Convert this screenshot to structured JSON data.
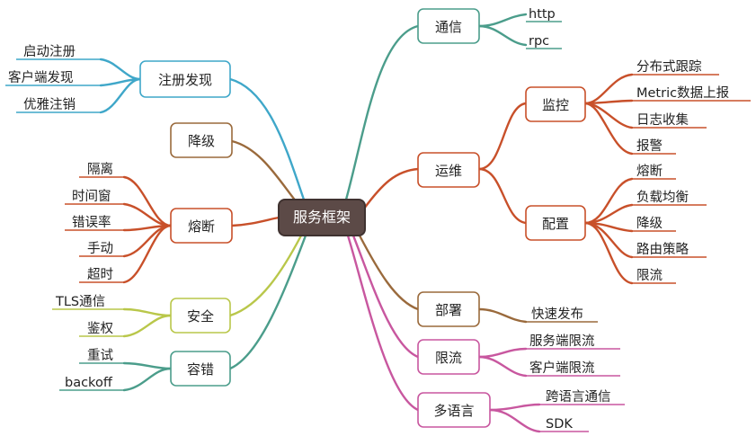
{
  "root": {
    "label": "服务框架"
  },
  "colors": {
    "root_fill": "#5c4a47",
    "blue": "#3fa7c9",
    "brown": "#9a6a3c",
    "orange": "#c8502a",
    "olive": "#b9c74a",
    "teal": "#4b9d8b",
    "pink": "#c8579f"
  },
  "branches": [
    {
      "id": "communication",
      "label": "通信",
      "color": "#4b9d8b",
      "children": [
        {
          "label": "http"
        },
        {
          "label": "rpc"
        }
      ]
    },
    {
      "id": "registry",
      "label": "注册发现",
      "color": "#3fa7c9",
      "children": [
        {
          "label": "启动注册"
        },
        {
          "label": "客户端发现"
        },
        {
          "label": "优雅注销"
        }
      ]
    },
    {
      "id": "degrade",
      "label": "降级",
      "color": "#9a6a3c",
      "children": []
    },
    {
      "id": "ops",
      "label": "运维",
      "color": "#c8502a",
      "children": [
        {
          "label": "监控",
          "children": [
            {
              "label": "分布式跟踪"
            },
            {
              "label": "Metric数据上报"
            },
            {
              "label": "日志收集"
            },
            {
              "label": "报警"
            }
          ]
        },
        {
          "label": "配置",
          "children": [
            {
              "label": "熔断"
            },
            {
              "label": "负载均衡"
            },
            {
              "label": "降级"
            },
            {
              "label": "路由策略"
            },
            {
              "label": "限流"
            }
          ]
        }
      ]
    },
    {
      "id": "circuit",
      "label": "熔断",
      "color": "#c8502a",
      "children": [
        {
          "label": "隔离"
        },
        {
          "label": "时间窗"
        },
        {
          "label": "错误率"
        },
        {
          "label": "手动"
        },
        {
          "label": "超时"
        }
      ]
    },
    {
      "id": "security",
      "label": "安全",
      "color": "#b9c74a",
      "children": [
        {
          "label": "TLS通信"
        },
        {
          "label": "鉴权"
        }
      ]
    },
    {
      "id": "fault",
      "label": "容错",
      "color": "#4b9d8b",
      "children": [
        {
          "label": "重试"
        },
        {
          "label": "backoff"
        }
      ]
    },
    {
      "id": "deploy",
      "label": "部署",
      "color": "#9a6a3c",
      "children": [
        {
          "label": "快速发布"
        }
      ]
    },
    {
      "id": "ratelimit",
      "label": "限流",
      "color": "#c8579f",
      "children": [
        {
          "label": "服务端限流"
        },
        {
          "label": "客户端限流"
        }
      ]
    },
    {
      "id": "multilang",
      "label": "多语言",
      "color": "#c8579f",
      "children": [
        {
          "label": "跨语言通信"
        },
        {
          "label": "SDK"
        }
      ]
    }
  ]
}
